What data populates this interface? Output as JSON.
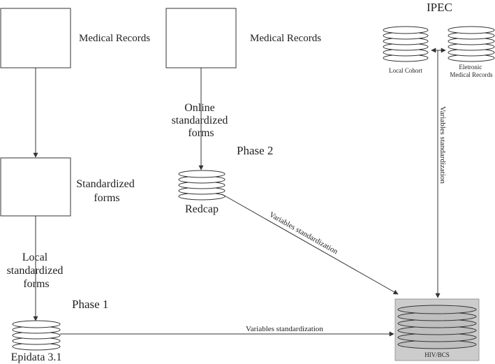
{
  "colors": {
    "stroke": "#333333",
    "db_highlight_bg": "#cccccc",
    "text": "#222222"
  },
  "labels": {
    "medical_records_left": "Medical Records",
    "medical_records_mid": "Medical Records",
    "ipec": "IPEC",
    "local_cohort": "Local Cohort",
    "electronic_records": [
      "Eletronic",
      "Medical Records"
    ],
    "online_forms": [
      "Online",
      "standardized",
      "forms"
    ],
    "phase2": "Phase 2",
    "standardized_forms": [
      "Standardized",
      "forms"
    ],
    "redcap": "Redcap",
    "local_forms": [
      "Local",
      "standardized",
      "forms"
    ],
    "phase1": "Phase 1",
    "epidata": "Epidata 3.1",
    "hiv_bcs": "HIV/BCS",
    "variables_redcap_to_hiv": "Variables standardization",
    "variables_ipec_to_hiv": "Variables standardization",
    "variables_epidata_to_hiv": "Variables standardization"
  }
}
